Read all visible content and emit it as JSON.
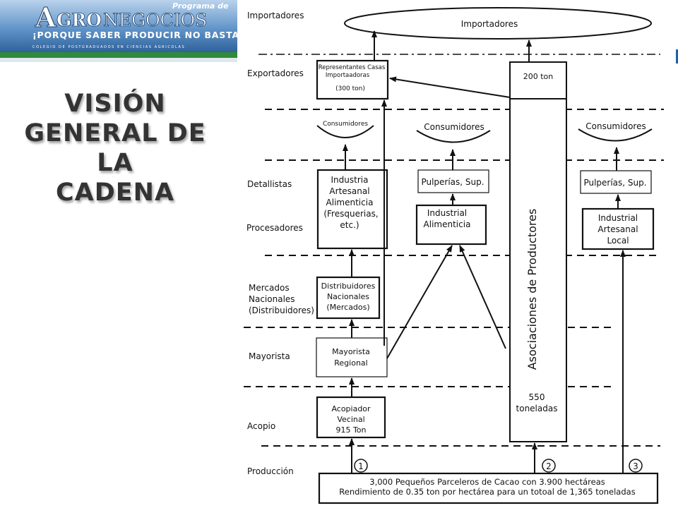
{
  "header": {
    "program_label": "Programa de",
    "logo_first": "A",
    "logo_gro": "GRO",
    "logo_rest": "NEGOCIOS",
    "slogan": "¡PORQUE SABER PRODUCIR NO BASTA!",
    "institution": "COLEGIO DE POSTGRADUADOS EN CIENCIAS AGRICOLAS"
  },
  "slide_title": {
    "line1": "VISIÓN",
    "line2": "GENERAL DE LA",
    "line3": "CADENA"
  },
  "levels": {
    "importadores": "Importadores",
    "exportadores": "Exportadores",
    "detallistas": "Detallistas",
    "procesadores": "Procesadores",
    "mercados_1": "Mercados",
    "mercados_2": "Nacionales",
    "mercados_3": "(Distribuidores)",
    "mayorista": "Mayorista",
    "acopio": "Acopio",
    "produccion": "Producción"
  },
  "nodes": {
    "importadores": "Importadores",
    "representantes": [
      "Representantes Casas",
      "Importaadoras",
      "(300 ton)"
    ],
    "ton_200": "200 ton",
    "consumidores_small": "Consumidores",
    "consumidores_mid": "Consumidores",
    "consumidores_right": "Consumidores",
    "industria_artesanal": [
      "Industria",
      "Artesanal",
      "Alimenticia",
      "(Fresquerias,",
      "etc.)"
    ],
    "pulperias_mid": "Pulperías, Sup.",
    "pulperias_right": "Pulperías, Sup.",
    "industrial_alimenticia": [
      "Industrial",
      "Alimenticia"
    ],
    "industrial_artesanal_local": [
      "Industrial",
      "Artesanal",
      "Local"
    ],
    "distribuidores": [
      "Distribuidores",
      "Nacionales",
      "(Mercados)"
    ],
    "mayorista_regional": [
      "Mayorista",
      "Regional"
    ],
    "asociaciones": "Asociaciones de Productores",
    "ton_550": [
      "550",
      "toneladas"
    ],
    "acopiador": [
      "Acopiador",
      "Vecinal",
      "915 Ton"
    ],
    "produccion_line1": "3,000 Pequeños Parceleros de Cacao con 3.900 hectáreas",
    "produccion_line2": "Rendimiento de 0.35 ton por hectárea para un totoal de 1,365 toneladas",
    "channel_1": "1",
    "channel_2": "2",
    "channel_3": "3"
  },
  "colors": {
    "banner_blue": "#2d6cb0",
    "banner_green": "#2f8a3a",
    "title_grey": "#333333",
    "side_bar_blue": "#1f5fa8"
  }
}
